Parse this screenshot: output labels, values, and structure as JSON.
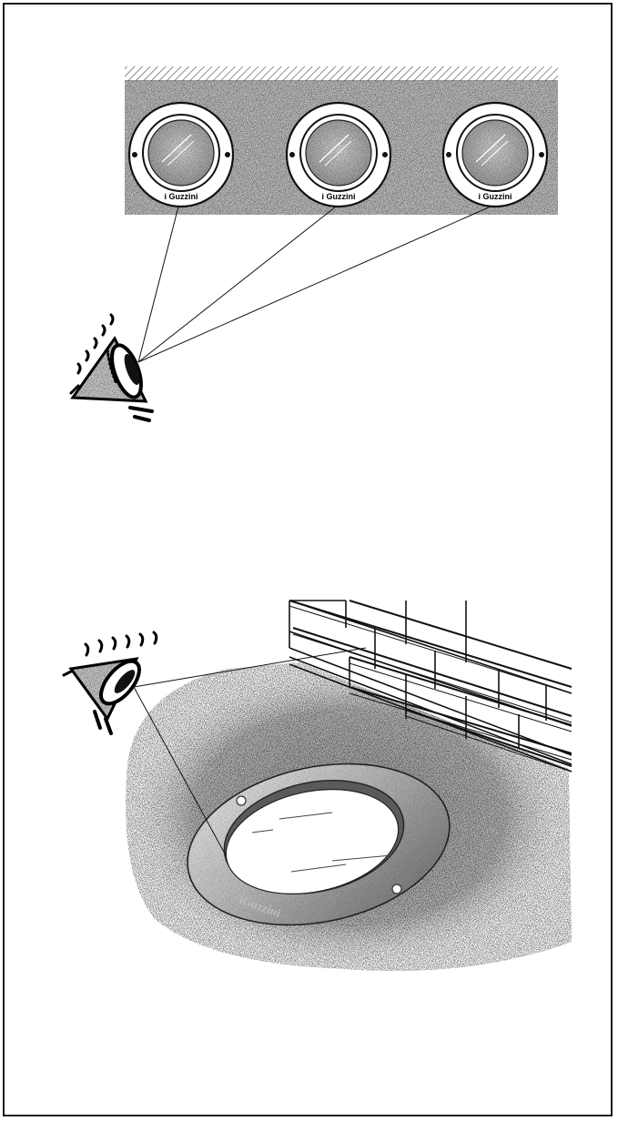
{
  "figure_top": {
    "fixture_labels": [
      "i Guzzini",
      "i Guzzini",
      "i Guzzini"
    ]
  },
  "figure_bottom": {
    "fixture_label": "iGuzzini"
  }
}
